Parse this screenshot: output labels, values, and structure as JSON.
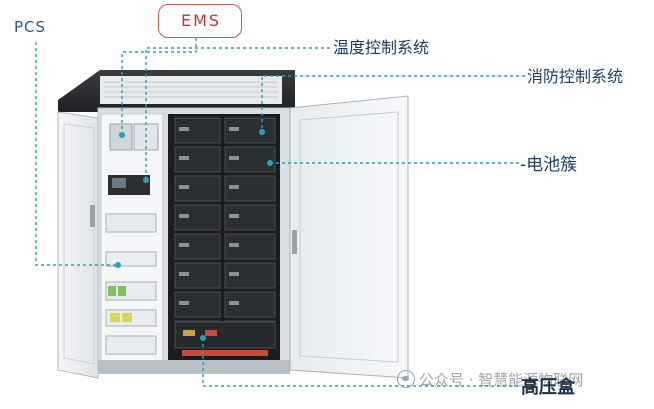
{
  "labels": {
    "pcs": "PCS",
    "ems": "EMS",
    "temperature_control": "温度控制系统",
    "fire_control": "消防控制系统",
    "battery_cluster": "-电池簇",
    "high_voltage_box": "高压盒"
  },
  "watermark": {
    "text": "公众号 · 智慧能源物联网",
    "icon": "wechat-icon"
  },
  "colors": {
    "leader_line": "#2aa0b4",
    "ems_border": "#c65a5a",
    "label_text": "#1b3f66"
  }
}
